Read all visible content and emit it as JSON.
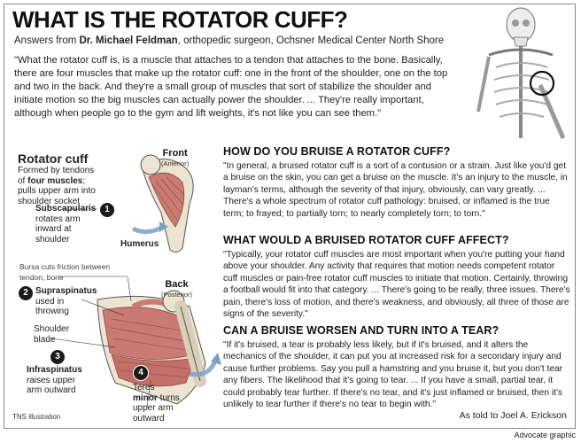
{
  "title": "WHAT IS THE ROTATOR CUFF?",
  "byline": {
    "prefix": "Answers from ",
    "name": "Dr. Michael Feldman",
    "suffix": ", orthopedic surgeon, Ochsner Medical Center North Shore"
  },
  "intro_quote": "\"What the rotator cuff is, is a muscle that attaches to a tendon that attaches to the bone. Basically, there are four muscles that make up the rotator cuff: one in the front of the shoulder, one on the top and two in the back. And they're a small group of muscles that sort of stabilize the shoulder and initiate motion so the big muscles can actually power the shoulder. ... They're really important, although when people go to the gym and lift weights, it's not like you can see them.\"",
  "anatomy": {
    "heading": "Rotator cuff",
    "desc_1": "Formed by tendons of ",
    "desc_bold": "four muscles",
    "desc_2": "; pulls upper arm into shoulder socket",
    "front_label": "Front",
    "front_sub": "(Anterior)",
    "back_label": "Back",
    "back_sub": "(Posterior)",
    "humerus": "Humerus",
    "bursa": "Bursa cuts friction between tendon, bone",
    "shoulder_blade": "Shoulder blade",
    "m1_num": "1",
    "m1_name": "Subscapularis",
    "m1_desc": "rotates arm inward at shoulder",
    "m2_num": "2",
    "m2_name": "Supraspinatus",
    "m2_desc": "used in throwing",
    "m3_num": "3",
    "m3_name": "Infraspinatus",
    "m3_desc": "raises upper arm outward",
    "m4_num": "4",
    "m4_name_1": "Teres ",
    "m4_name_2": "minor",
    "m4_desc": "turns upper arm outward",
    "illustration_credit": "TNS illustration"
  },
  "qa": [
    {
      "question": "HOW DO YOU BRUISE A ROTATOR CUFF?",
      "answer": "\"In general, a bruised rotator cuff is a sort of a contusion or a strain. Just like you'd get a bruise on the skin, you can get a bruise on the muscle. It's an injury to the muscle, in layman's terms, although the severity of that injury, obviously, can vary greatly. ... There's a whole spectrum of rotator cuff pathology: bruised, or inflamed is the true term; to frayed; to partially torn; to nearly completely torn; to torn.\""
    },
    {
      "question": "WHAT WOULD A BRUISED ROTATOR CUFF AFFECT?",
      "answer": "\"Typically, your rotator cuff muscles are most important when you're putting your hand above your shoulder. Any activity that requires that motion needs competent rotator cuff muscles or pain-free rotator cuff muscles to initiate that motion. Certainly, throwing a football would fit into that category. ...  There's going to be really, three issues. There's pain, there's loss of motion, and there's weakness, and obviously, all three of those are signs of the severity.\""
    },
    {
      "question": "CAN A BRUISE WORSEN AND TURN INTO A TEAR?",
      "answer": "\"If it's bruised, a tear is probably less likely, but if it's bruised, and it alters the mechanics of the shoulder, it can put you at increased risk for a secondary injury and cause further problems. Say you pull a hamstring and you bruise it, but you don't tear any fibers. The likelihood that it's going to tear. ... If you have a small, partial tear, it could probably tear further. If there's no tear, and it's just inflamed or bruised, then it's unlikely to tear further if there's no tear to begin with.\""
    }
  ],
  "credit": "As told to Joel A. Erickson",
  "footer": "Advocate graphic",
  "colors": {
    "muscle": "#c97a72",
    "bone": "#ece3d0",
    "arrow": "#7a9fc7",
    "ink": "#111111"
  }
}
